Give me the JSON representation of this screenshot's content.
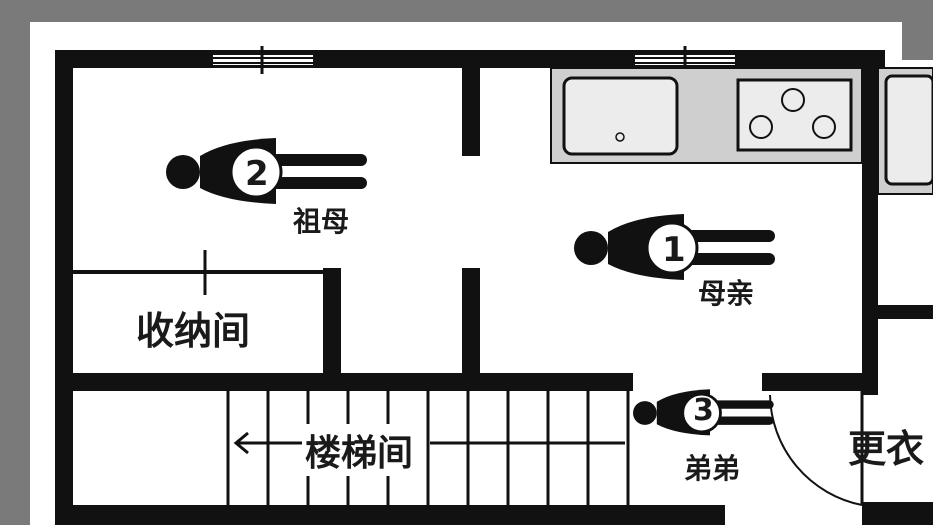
{
  "rooms": {
    "storage": "收纳间",
    "stairs": "楼梯间",
    "dressing": "更衣"
  },
  "persons": [
    {
      "number": "2",
      "name": "祖母"
    },
    {
      "number": "1",
      "name": "母亲"
    },
    {
      "number": "3",
      "name": "弟弟"
    }
  ],
  "colors": {
    "outer_gray": "#7a7a7a",
    "floor": "#ffffff",
    "wall": "#111111",
    "counter": "#cfcfcf",
    "figure": "#111111"
  },
  "icons": {
    "person": "lying-person-icon",
    "stairs_arrow": "arrow-left-icon",
    "door": "door-swing-icon",
    "sink": "sink-icon",
    "stove": "stove-icon"
  }
}
